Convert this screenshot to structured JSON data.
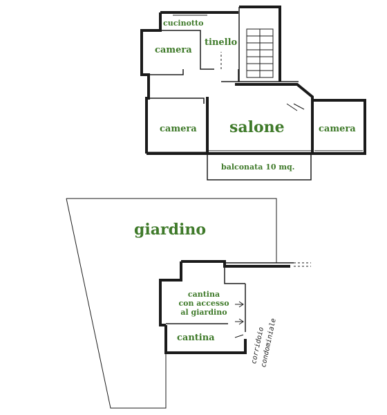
{
  "upper_floor": {
    "rooms": {
      "cucinotto": "cucinotto",
      "camera_left_top": "camera",
      "tinello": "tinello",
      "camera_left_bottom": "camera",
      "salone": "salone",
      "camera_right": "camera",
      "balconata": "balconata 10 mq."
    }
  },
  "lower_floor": {
    "rooms": {
      "giardino": "giardino",
      "cantina_access_line1": "cantina",
      "cantina_access_line2": "con accesso",
      "cantina_access_line3": "al giardino",
      "cantina": "cantina"
    },
    "notes": {
      "corridoio": "corridoio",
      "condominiale": "condominiale"
    }
  },
  "colors": {
    "label_green": "#3f7a2a",
    "wall": "#1a1a1a"
  }
}
